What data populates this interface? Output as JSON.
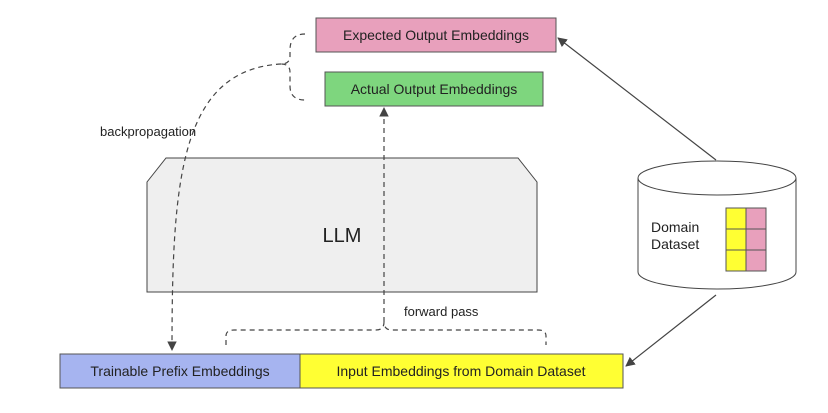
{
  "boxes": {
    "expected_output": {
      "label": "Expected Output Embeddings",
      "color": "#e8a0bc"
    },
    "actual_output": {
      "label": "Actual Output Embeddings",
      "color": "#7ed67e"
    },
    "trainable_prefix": {
      "label": "Trainable Prefix Embeddings",
      "color": "#a6b4f0"
    },
    "input_embeddings": {
      "label": "Input Embeddings from Domain Dataset",
      "color": "#ffff33"
    }
  },
  "llm": {
    "label": "LLM",
    "color": "#efefef"
  },
  "dataset": {
    "label_line1": "Domain",
    "label_line2": "Dataset",
    "cell_colors": [
      "#ffff33",
      "#e8a0bc"
    ]
  },
  "arrows": {
    "backpropagation": "backpropagation",
    "forward_pass": "forward pass"
  }
}
